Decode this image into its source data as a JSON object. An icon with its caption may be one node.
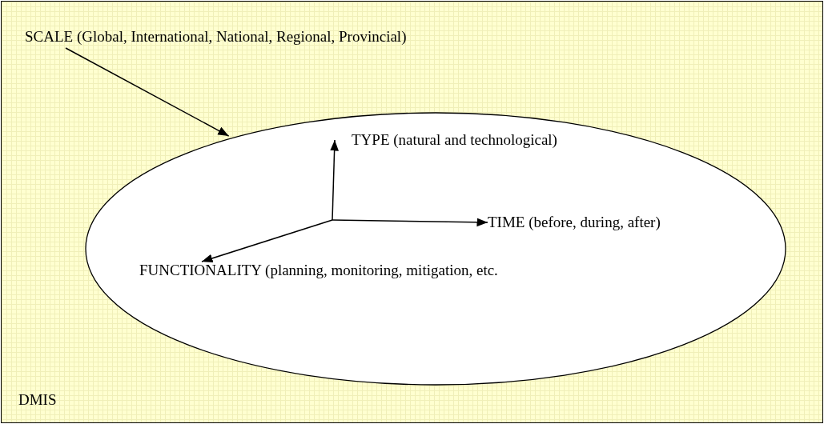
{
  "diagram": {
    "nodes": [
      {
        "text": [
          "DMIS"
        ]
      },
      {
        "text": [
          "SCALE (Global, International, National, Regional, Provincial)"
        ],
        "in": 0
      },
      {
        "text": [],
        "shape": "ellipse",
        "in": 0
      },
      {
        "text": [
          "TYPE (natural and technological)"
        ],
        "in": 2
      },
      {
        "text": [
          "TIME (before, during, after)"
        ],
        "in": 2
      },
      {
        "text": [
          "FUNCTIONALITY (planning, monitoring, mitigation, etc."
        ],
        "in": 2
      }
    ],
    "edges": [
      {
        "from": 1,
        "to": 2,
        "arrow": "to"
      },
      {
        "from": null,
        "to": 3,
        "arrow": "to"
      },
      {
        "from": null,
        "to": 4,
        "arrow": "to"
      },
      {
        "from": null,
        "to": 5,
        "arrow": "to"
      }
    ]
  }
}
